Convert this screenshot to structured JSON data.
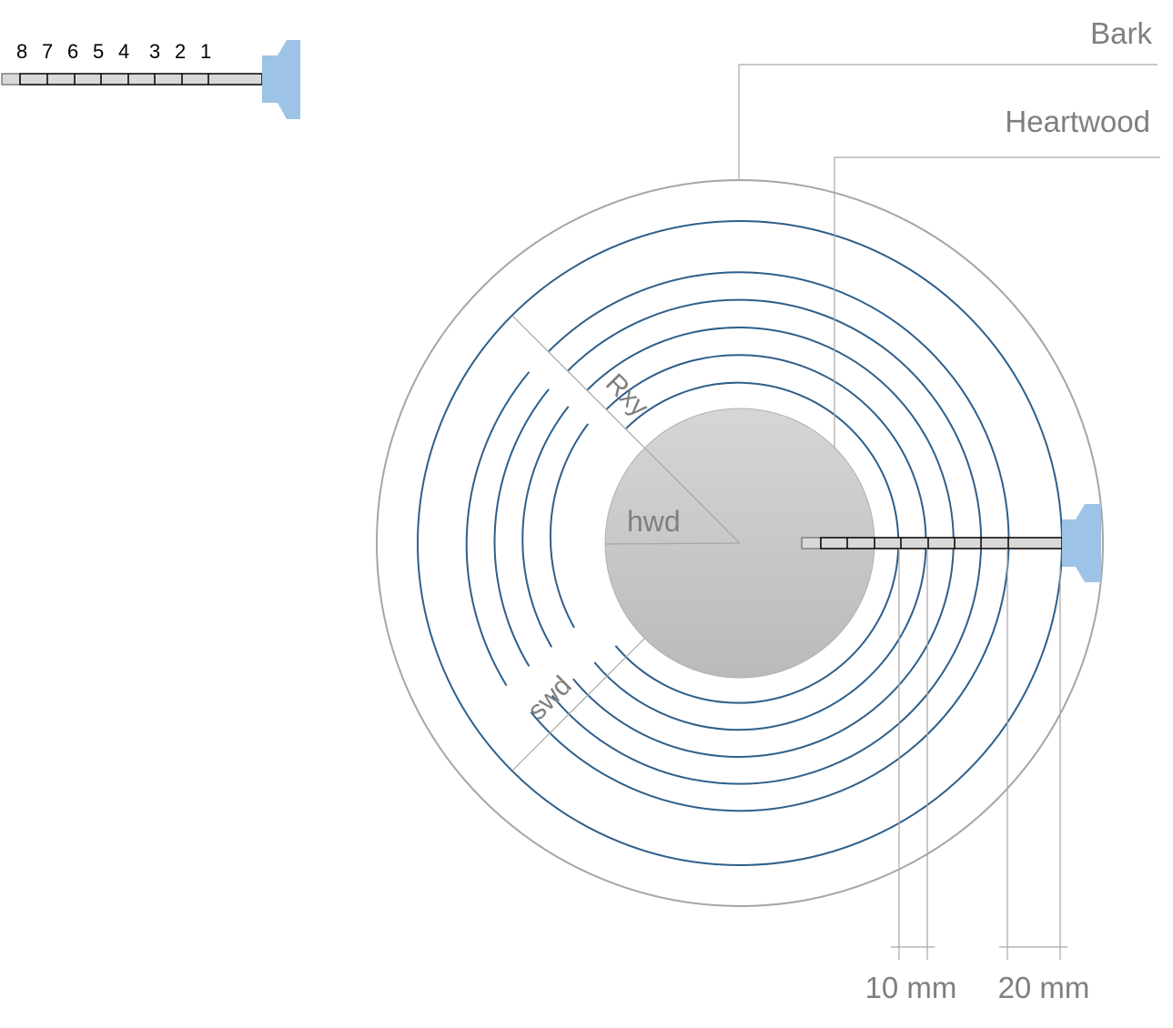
{
  "labels": {
    "bark": "Bark",
    "heartwood": "Heartwood",
    "rxy": "Rxy",
    "hwd": "hwd",
    "swd": "swd",
    "scale_10": "10 mm",
    "scale_20": "20 mm"
  },
  "probe_positions": [
    "8",
    "7",
    "6",
    "5",
    "4",
    "3",
    "2",
    "1"
  ],
  "colors": {
    "ring_stroke": "#2e5f8a",
    "bark_stroke": "#a6a6a6",
    "heartwood_fill_top": "#d4d4d4",
    "heartwood_fill_bottom": "#bcbcbc",
    "probe_head": "#9dc3e6",
    "probe_body": "#d9d9d9",
    "label_gray": "#7f7f7f"
  }
}
